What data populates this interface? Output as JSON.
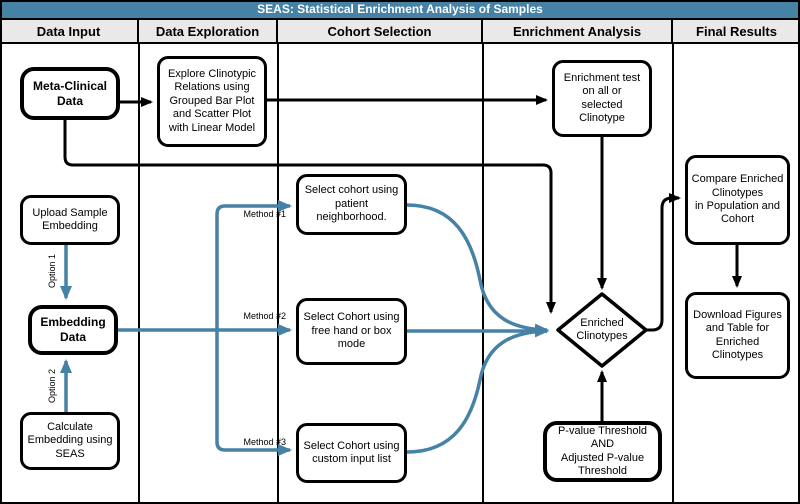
{
  "title": "SEAS: Statistical Enrichment Analysis of Samples",
  "columns": [
    "Data Input",
    "Data Exploration",
    "Cohort Selection",
    "Enrichment Analysis",
    "Final Results"
  ],
  "nodes": {
    "meta_clinical": "Meta-Clinical\nData",
    "explore": "Explore Clinotypic\nRelations using\nGrouped Bar Plot\nand Scatter Plot\nwith Linear Model",
    "upload": "Upload Sample\nEmbedding",
    "embedding": "Embedding\nData",
    "calculate": "Calculate\nEmbedding using\nSEAS",
    "select_neighborhood": "Select cohort using\npatient\nneighborhood.",
    "select_freehand": "Select Cohort using\nfree hand or box\nmode",
    "select_custom": "Select Cohort using\ncustom input list",
    "enrichment_test": "Enrichment test\non all or\nselected\nClinotype",
    "enriched_clinotypes": "Enriched\nClinotypes",
    "pvalue": "P-value Threshold\nAND\nAdjusted P-value\nThreshold",
    "compare": "Compare Enriched\nClinotypes\nin Population and\nCohort",
    "download": "Download Figures\nand Table for\nEnriched\nClinotypes"
  },
  "edge_labels": {
    "option1": "Option 1",
    "option2": "Option 2",
    "method1": "Method #1",
    "method2": "Method #2",
    "method3": "Method #3"
  },
  "colors": {
    "title_bar": "#4681A6",
    "arrow_blue": "#4681A6",
    "arrow_black": "#000000",
    "header_bg": "#e9e9e9"
  }
}
